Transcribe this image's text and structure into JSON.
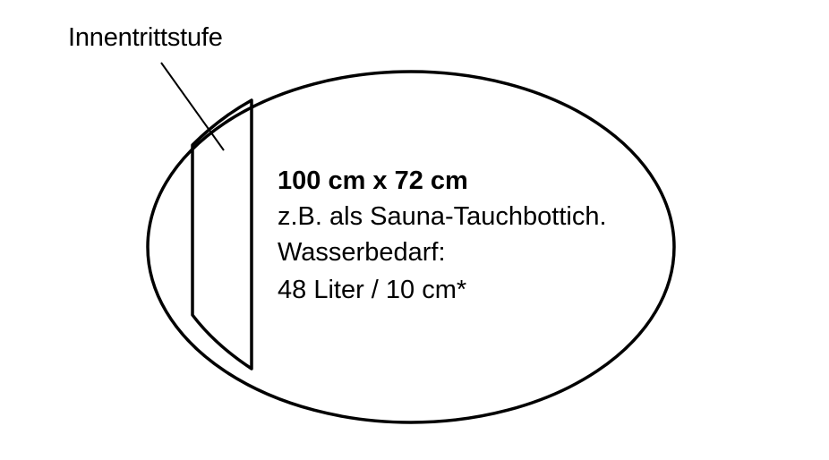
{
  "diagram": {
    "step_label": "Innentrittstufe",
    "dimensions": "100 cm x 72 cm",
    "usage": "z.B. als Sauna-Tauchbottich.",
    "water_label": "Wasserbedarf:",
    "water_value": "48 Liter / 10 cm*"
  },
  "colors": {
    "stroke": "#000000",
    "background": "#ffffff"
  }
}
